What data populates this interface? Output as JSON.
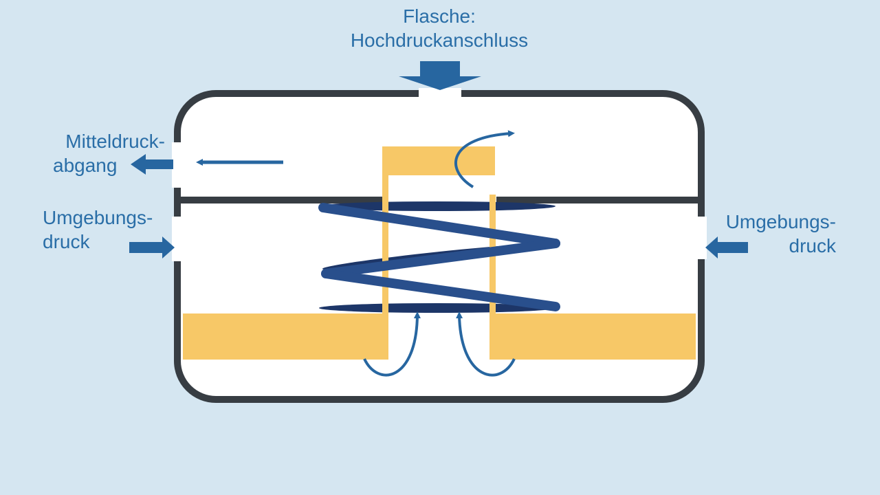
{
  "labels": {
    "top": [
      "Flasche:",
      "Hochdruckanschluss"
    ],
    "left_upper": [
      "Mitteldruck-",
      "abgang"
    ],
    "left_lower": [
      "Umgebungs-",
      "druck"
    ],
    "right": [
      "Umgebungs-",
      "druck"
    ]
  },
  "colors": {
    "background": "#d5e6f1",
    "housing_fill": "#ffffff",
    "housing_outline": "#373d43",
    "label_text": "#2a6ea7",
    "flow_arrow": "#2766a0",
    "spring": "#294f8c",
    "spring_back": "#1d3668",
    "piston": "#f7c867"
  }
}
